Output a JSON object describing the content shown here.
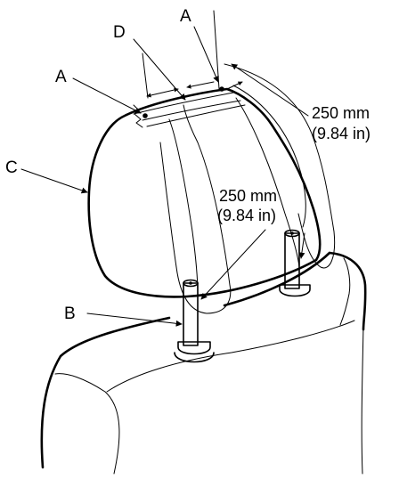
{
  "callouts": {
    "a_top": "A",
    "d": "D",
    "a_left": "A",
    "c": "C",
    "b": "B"
  },
  "dimensions": {
    "outer": {
      "mm": "250 mm",
      "inch": "(9.84 in)"
    },
    "inner": {
      "mm": "250 mm",
      "inch": "(9.84 in)"
    }
  }
}
